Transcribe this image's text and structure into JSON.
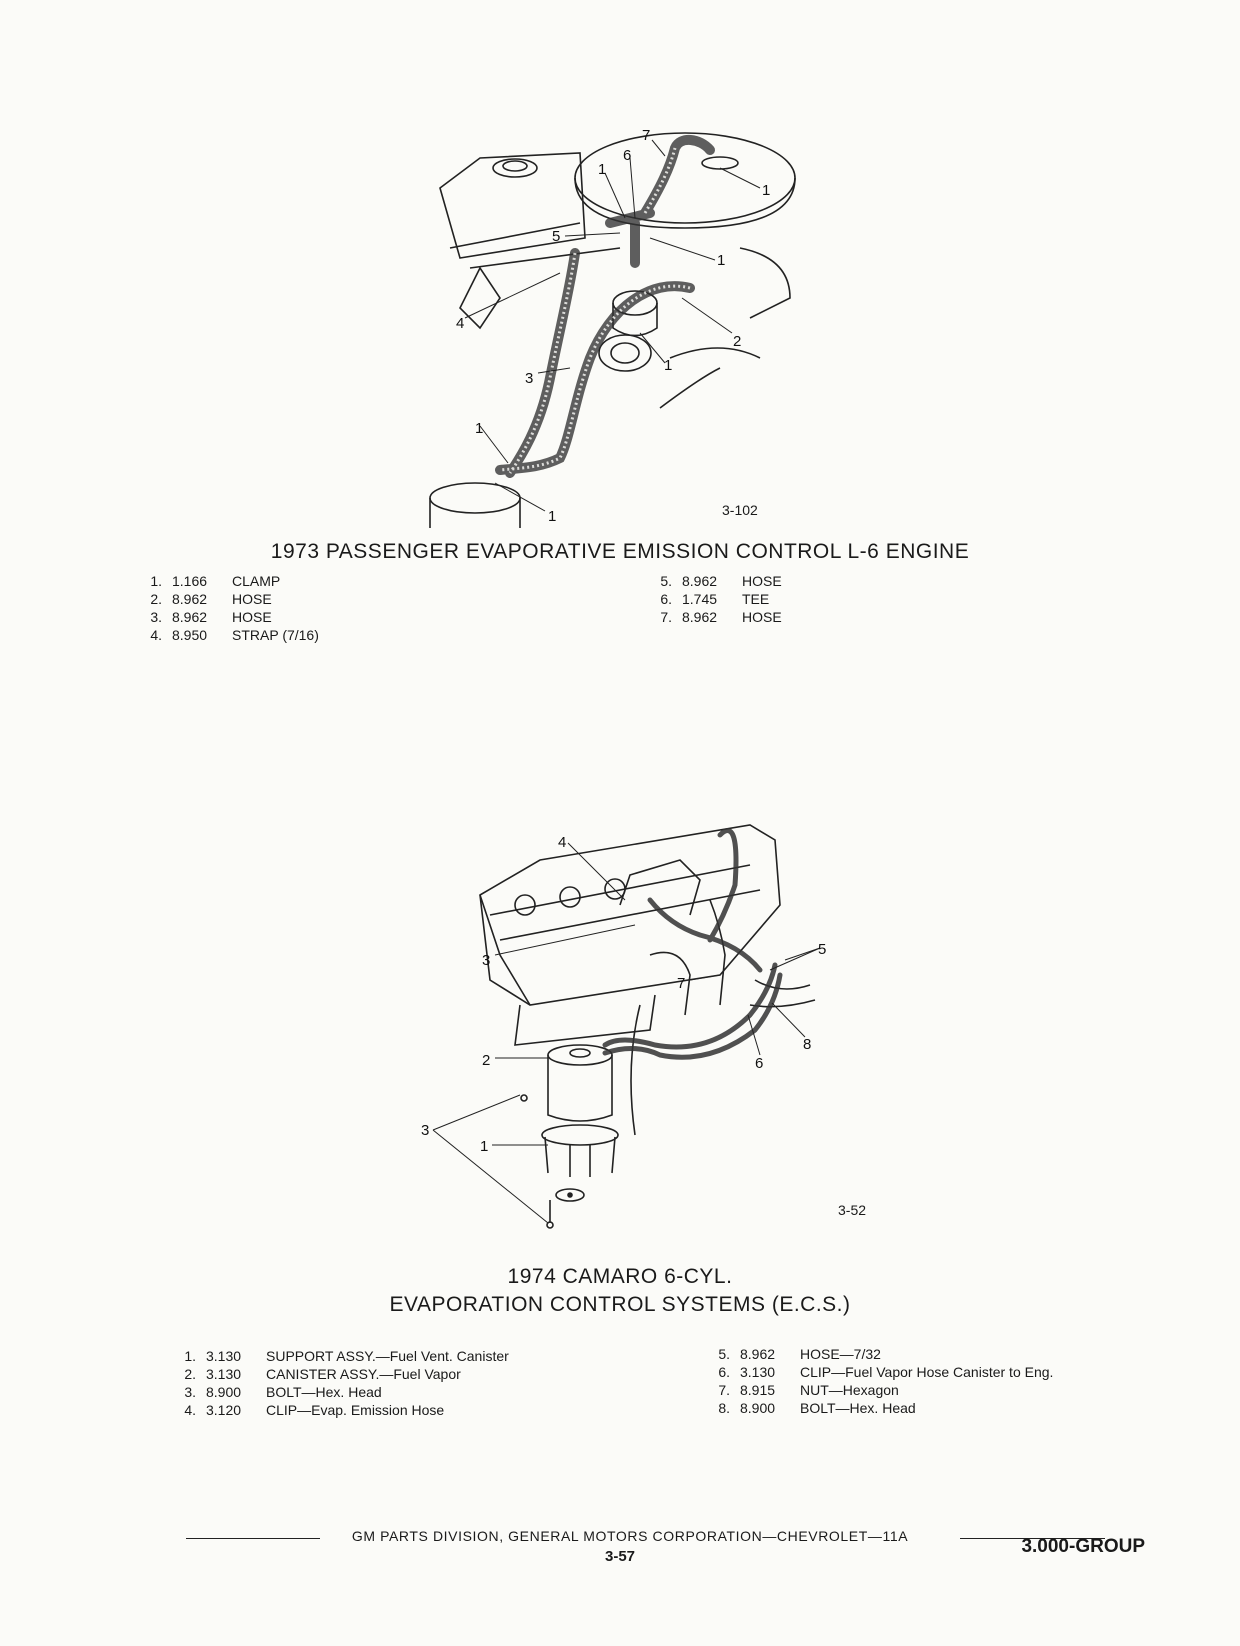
{
  "figure1": {
    "number": "3-102",
    "callouts": [
      "7",
      "6",
      "1",
      "1",
      "5",
      "1",
      "4",
      "2",
      "1",
      "3",
      "1",
      "1"
    ]
  },
  "section1": {
    "title": "1973 PASSENGER EVAPORATIVE EMISSION CONTROL L-6 ENGINE",
    "items_left": [
      {
        "num": "1.",
        "code": "1.166",
        "desc": "CLAMP"
      },
      {
        "num": "2.",
        "code": "8.962",
        "desc": "HOSE"
      },
      {
        "num": "3.",
        "code": "8.962",
        "desc": "HOSE"
      },
      {
        "num": "4.",
        "code": "8.950",
        "desc": "STRAP (7/16)"
      }
    ],
    "items_right": [
      {
        "num": "5.",
        "code": "8.962",
        "desc": "HOSE"
      },
      {
        "num": "6.",
        "code": "1.745",
        "desc": "TEE"
      },
      {
        "num": "7.",
        "code": "8.962",
        "desc": "HOSE"
      }
    ]
  },
  "figure2": {
    "number": "3-52",
    "callouts": [
      "4",
      "3",
      "5",
      "7",
      "8",
      "6",
      "2",
      "3",
      "1"
    ]
  },
  "section2": {
    "title_line1": "1974 CAMARO 6-CYL.",
    "title_line2": "EVAPORATION CONTROL SYSTEMS (E.C.S.)",
    "items_left": [
      {
        "num": "1.",
        "code": "3.130",
        "desc": "SUPPORT ASSY.—Fuel Vent. Canister"
      },
      {
        "num": "2.",
        "code": "3.130",
        "desc": "CANISTER ASSY.—Fuel Vapor"
      },
      {
        "num": "3.",
        "code": "8.900",
        "desc": "BOLT—Hex. Head"
      },
      {
        "num": "4.",
        "code": "3.120",
        "desc": "CLIP—Evap. Emission Hose"
      }
    ],
    "items_right": [
      {
        "num": "5.",
        "code": "8.962",
        "desc": "HOSE—7/32"
      },
      {
        "num": "6.",
        "code": "3.130",
        "desc": "CLIP—Fuel Vapor Hose Canister to Eng."
      },
      {
        "num": "7.",
        "code": "8.915",
        "desc": "NUT—Hexagon"
      },
      {
        "num": "8.",
        "code": "8.900",
        "desc": "BOLT—Hex. Head"
      }
    ]
  },
  "footer": {
    "text": "GM PARTS DIVISION, GENERAL MOTORS CORPORATION—CHEVROLET—11A",
    "page": "3-57",
    "group": "3.000-GROUP"
  }
}
